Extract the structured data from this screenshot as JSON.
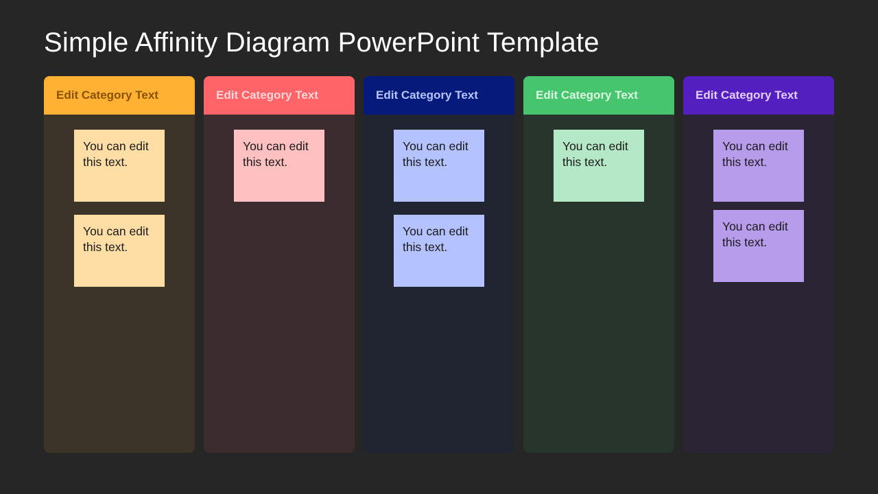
{
  "title": "Simple Affinity Diagram PowerPoint Template",
  "columns": [
    {
      "header": "Edit Category Text",
      "header_bg": "#ffb133",
      "header_fg": "#8a5200",
      "panel_bg": "#3c3428",
      "note_bg": "#ffdea6",
      "notes": [
        "You can edit this text.",
        "You can edit this text."
      ]
    },
    {
      "header": "Edit Category Text",
      "header_bg": "#ff6469",
      "header_fg": "#ffd6d6",
      "panel_bg": "#3c2c2f",
      "note_bg": "#ffc0c2",
      "notes": [
        "You can edit this text."
      ]
    },
    {
      "header": "Edit Category Text",
      "header_bg": "#061a7c",
      "header_fg": "#b8c4ff",
      "panel_bg": "#212431",
      "note_bg": "#b4c2ff",
      "notes": [
        "You can edit this text.",
        "You can edit this text."
      ]
    },
    {
      "header": "Edit Category Text",
      "header_bg": "#46c46e",
      "header_fg": "#dbf7e2",
      "panel_bg": "#28352d",
      "note_bg": "#b5e8c7",
      "notes": [
        "You can edit this text."
      ]
    },
    {
      "header": "Edit Category Text",
      "header_bg": "#541fbf",
      "header_fg": "#e4cfff",
      "panel_bg": "#2a2434",
      "note_bg": "#b89cec",
      "notes": [
        "You can edit this text.",
        "You can edit this text."
      ]
    }
  ]
}
